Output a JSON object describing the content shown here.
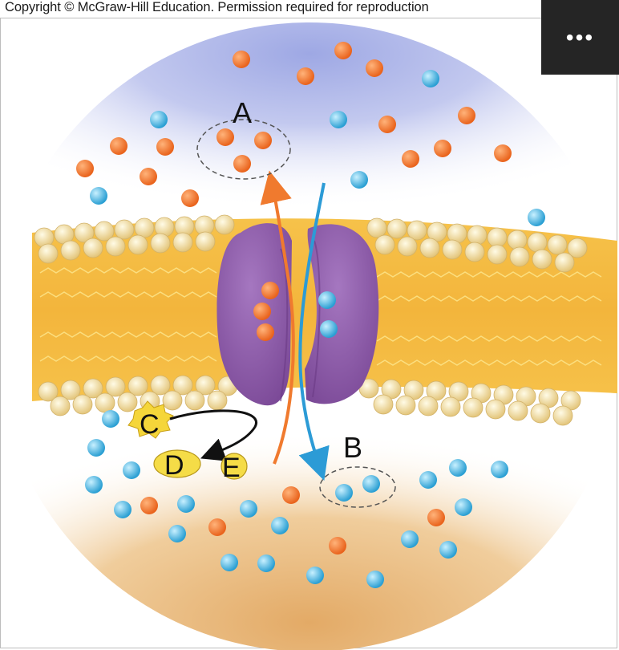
{
  "header": {
    "copyright": "Copyright © McGraw-Hill Education. Permission required for reproduction"
  },
  "toolbar": {
    "more_label": "•••",
    "more_icon": "more-options-icon"
  },
  "diagram": {
    "labels": {
      "a": "A",
      "b": "B",
      "c": "C",
      "d": "D",
      "e": "E"
    },
    "colors": {
      "solute_a": "#f07a2e",
      "solute_b": "#3aa9da",
      "protein": "#8b5aa6",
      "membrane": "#f2c45a",
      "arrow_a": "#f07a2e",
      "arrow_b": "#2c9bd6",
      "extracellular": "#aab4e8",
      "intracellular": "#e9b878"
    }
  }
}
